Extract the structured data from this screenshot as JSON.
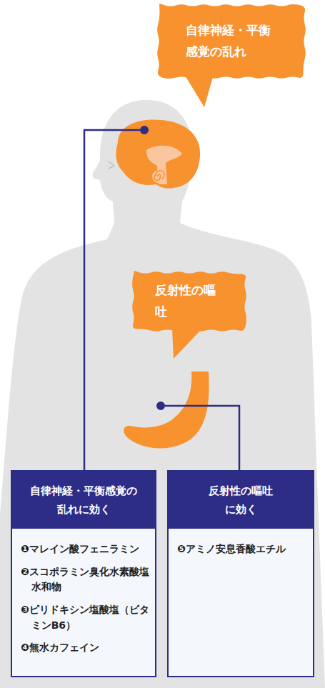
{
  "diagram": {
    "nodes": [
      {
        "text": [
          "自律神経・平衡感覚の乱れ"
        ]
      },
      {
        "text": [
          "反射性の嘔吐"
        ]
      },
      {
        "text": [
          "自律神経・平衡感覚の乱れに効く",
          "❶マレイン酸フェニラミン",
          "❷スコポラミン臭化水素酸塩水和物",
          "❸ピリドキシン塩酸塩（ビタミンB6）",
          "❹無水カフェイン"
        ]
      },
      {
        "text": [
          "反射性の嘔吐に効く",
          "❺アミノ安息香酸エチル"
        ]
      }
    ]
  }
}
